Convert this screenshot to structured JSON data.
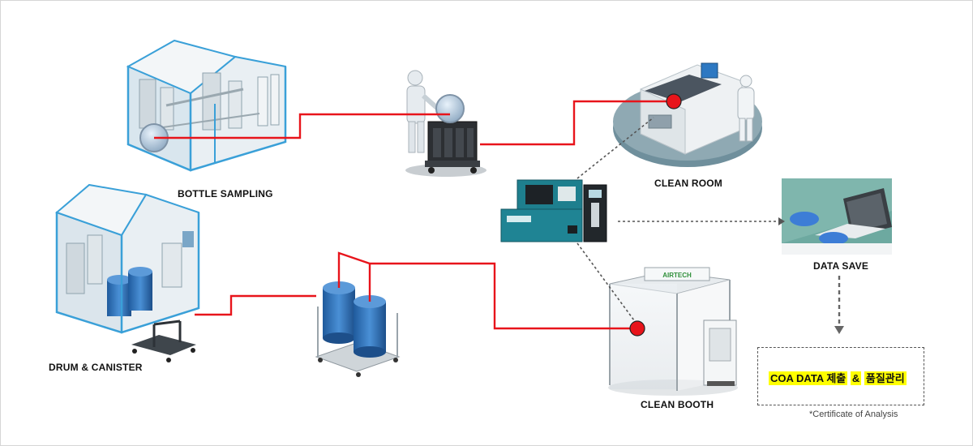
{
  "labels": {
    "bottle_sampling": "BOTTLE SAMPLING",
    "drum_canister": "DRUM & CANISTER",
    "clean_room": "CLEAN ROOM",
    "data_save": "DATA SAVE",
    "clean_booth": "CLEAN BOOTH"
  },
  "booth_brand": "AIRTECH",
  "coa": {
    "part1": "COA DATA 제출",
    "amp": "&",
    "part2": "품질관리"
  },
  "footnote": "*Certificate of Analysis",
  "colors": {
    "flow_line": "#e8141b",
    "marker": "#e8141b",
    "dashed_link": "#555555",
    "highlight": "#ffff00",
    "frame_blue": "#3aa0d8",
    "drum_blue": "#2e6fb3",
    "instrument_teal": "#1e7f8e"
  }
}
